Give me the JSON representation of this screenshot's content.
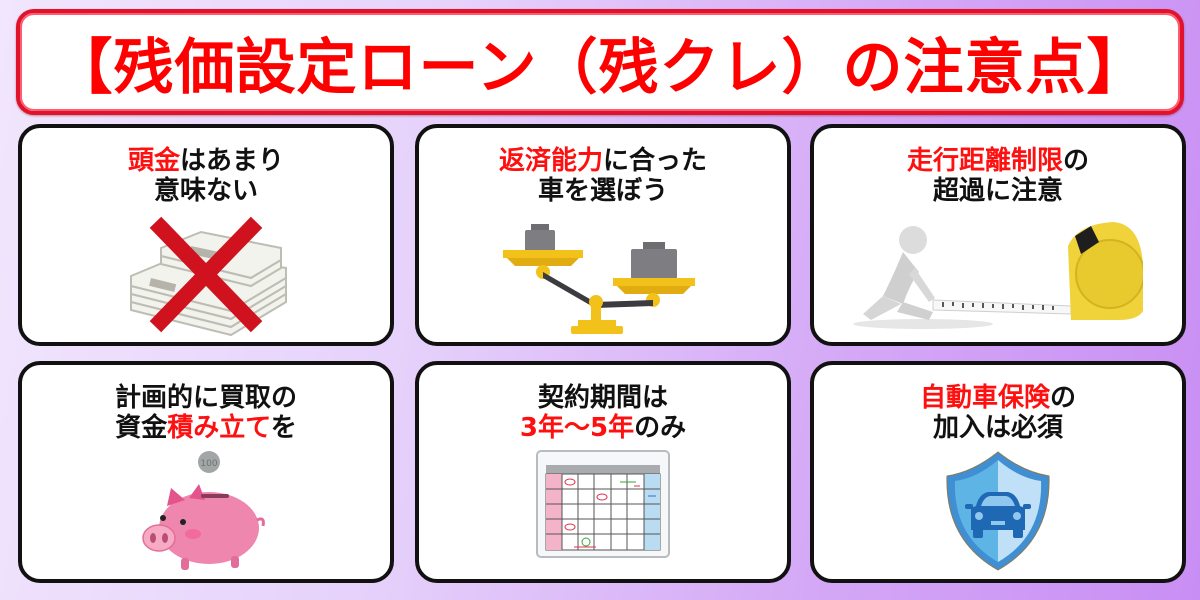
{
  "header": {
    "title": "【残価設定ローン（残クレ）の注意点】"
  },
  "colors": {
    "title_red": "#ff0000",
    "highlight_red": "#ff1010",
    "text_black": "#111111",
    "bg_gradient_start": "#f1e6fd",
    "bg_gradient_end": "#c98ef4"
  },
  "cards": [
    {
      "line1": [
        {
          "text": "頭金",
          "hl": true
        },
        {
          "text": "はあまり",
          "hl": false
        }
      ],
      "line2": [
        {
          "text": "意味ない",
          "hl": false
        }
      ],
      "icon": "money-stack-with-red-x-icon"
    },
    {
      "line1": [
        {
          "text": "返済能力",
          "hl": true
        },
        {
          "text": "に合った",
          "hl": false
        }
      ],
      "line2": [
        {
          "text": "車を選ぼう",
          "hl": false
        }
      ],
      "icon": "balance-scale-icon"
    },
    {
      "line1": [
        {
          "text": "走行距離制限",
          "hl": true
        },
        {
          "text": "の",
          "hl": false
        }
      ],
      "line2": [
        {
          "text": "超過に注意",
          "hl": false
        }
      ],
      "icon": "tape-measure-figure-icon"
    },
    {
      "line1": [
        {
          "text": "計画的に買取の",
          "hl": false
        }
      ],
      "line2": [
        {
          "text": "資金",
          "hl": false
        },
        {
          "text": "積み立て",
          "hl": true
        },
        {
          "text": "を",
          "hl": false
        }
      ],
      "icon": "piggy-bank-icon",
      "coin_label": "100"
    },
    {
      "line1": [
        {
          "text": "契約期間は",
          "hl": false
        }
      ],
      "line2": [
        {
          "text": "3年～5年",
          "hl": true
        },
        {
          "text": "のみ",
          "hl": false
        }
      ],
      "icon": "calendar-icon"
    },
    {
      "line1": [
        {
          "text": "自動車保険",
          "hl": true
        },
        {
          "text": "の",
          "hl": false
        }
      ],
      "line2": [
        {
          "text": "加入は必須",
          "hl": false
        }
      ],
      "icon": "car-shield-icon"
    }
  ]
}
